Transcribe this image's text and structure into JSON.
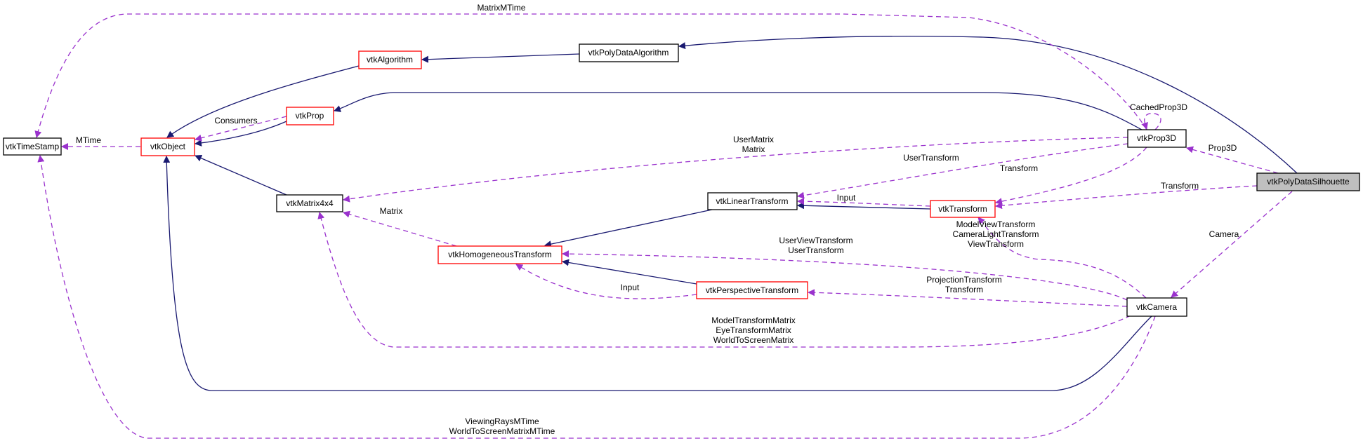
{
  "diagram": {
    "title": "vtkPolyDataSilhouette collaboration graph",
    "colors": {
      "inheritance_edge": "#191970",
      "usage_edge": "#9a32cd",
      "focus_fill": "#bfbfbf",
      "documented_border": "#000000",
      "undocumented_border": "#ff0000"
    },
    "nodes": {
      "timestamp": {
        "label": "vtkTimeStamp",
        "style": "normal"
      },
      "object": {
        "label": "vtkObject",
        "style": "red"
      },
      "algorithm": {
        "label": "vtkAlgorithm",
        "style": "red"
      },
      "polydataalgorithm": {
        "label": "vtkPolyDataAlgorithm",
        "style": "normal"
      },
      "prop": {
        "label": "vtkProp",
        "style": "red"
      },
      "matrix4x4": {
        "label": "vtkMatrix4x4",
        "style": "normal"
      },
      "prop3d": {
        "label": "vtkProp3D",
        "style": "normal"
      },
      "lineartransform": {
        "label": "vtkLinearTransform",
        "style": "normal"
      },
      "transform": {
        "label": "vtkTransform",
        "style": "red"
      },
      "homogeneoustransform": {
        "label": "vtkHomogeneousTransform",
        "style": "red"
      },
      "perspectivetransform": {
        "label": "vtkPerspectiveTransform",
        "style": "red"
      },
      "camera": {
        "label": "vtkCamera",
        "style": "normal"
      },
      "silhouette": {
        "label": "vtkPolyDataSilhouette",
        "style": "focus"
      }
    },
    "edge_labels": {
      "matrix_mtime": "MatrixMTime",
      "mtime": "MTime",
      "consumers": "Consumers",
      "cached_prop3d": "CachedProp3D",
      "prop3d": "Prop3D",
      "user_matrix": "UserMatrix",
      "matrix_a": "Matrix",
      "user_transform": "UserTransform",
      "transform_a": "Transform",
      "transform_b": "Transform",
      "input_a": "Input",
      "matrix_b": "Matrix",
      "camera": "Camera",
      "model_view_transform": "ModelViewTransform",
      "camera_light_transform": "CameraLightTransform",
      "view_transform": "ViewTransform",
      "user_view_transform": "UserViewTransform",
      "user_transform_b": "UserTransform",
      "input_b": "Input",
      "projection_transform": "ProjectionTransform",
      "transform_c": "Transform",
      "model_transform_matrix": "ModelTransformMatrix",
      "eye_transform_matrix": "EyeTransformMatrix",
      "world_to_screen_matrix": "WorldToScreenMatrix",
      "viewing_rays_mtime": "ViewingRaysMTime",
      "world_to_screen_matrix_mtime": "WorldToScreenMatrixMTime"
    }
  }
}
